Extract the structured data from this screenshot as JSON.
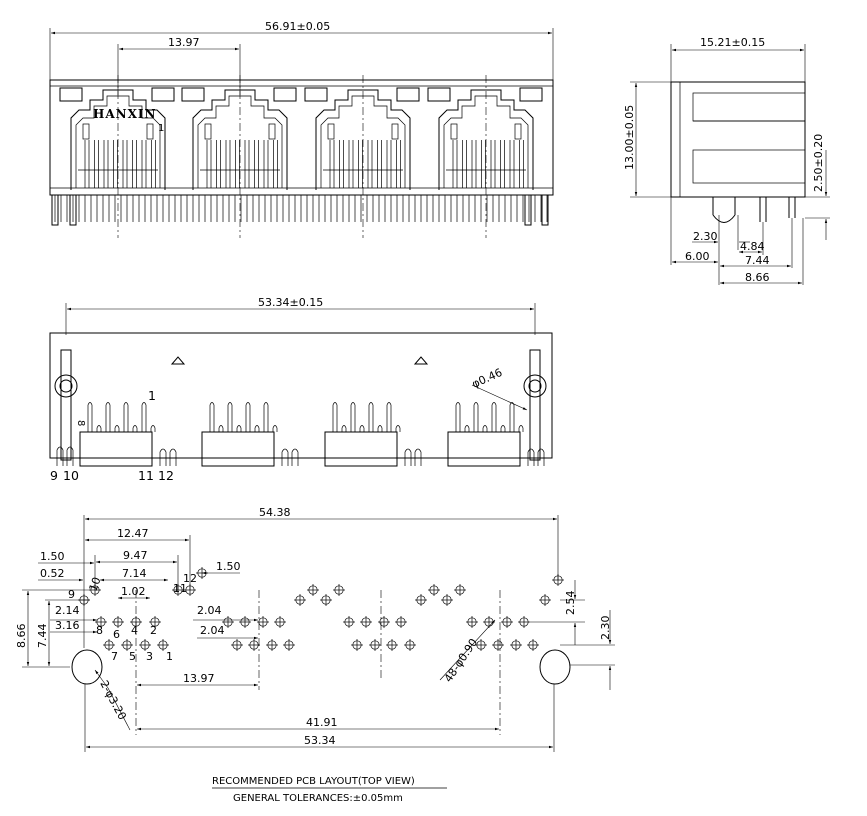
{
  "front_view": {
    "overall_width": "56.91±0.05",
    "port_pitch": "13.97",
    "logo": "HANXIN",
    "logo_sub": "1"
  },
  "side_view": {
    "overall_depth": "15.21±0.15",
    "height": "13.00±0.05",
    "pin_standoff": "2.50±0.20",
    "dims": [
      "2.30",
      "4.84",
      "7.44",
      "6.00",
      "8.66"
    ]
  },
  "bottom_view": {
    "width": "53.34±0.15",
    "pin_dia": "φ0.46",
    "pin_labels": [
      "1",
      "8",
      "9",
      "10",
      "11",
      "12"
    ]
  },
  "pcb_layout": {
    "dims": [
      "54.38",
      "12.47",
      "9.47",
      "7.14",
      "1.02",
      "1.50",
      "0.52",
      "1.50",
      "2.54",
      "2.30",
      "2.14",
      "3.16",
      "2.04",
      "2.04",
      "8.66",
      "7.44",
      "13.97",
      "41.91",
      "53.34"
    ],
    "hole_callout": "48-φ0.90",
    "mount_callout": "2-φ3.20",
    "pin_numbers": [
      "9",
      "10",
      "11",
      "12",
      "8",
      "6",
      "4",
      "2",
      "7",
      "5",
      "3",
      "1"
    ]
  },
  "notes": {
    "title": "RECOMMENDED PCB LAYOUT(TOP VIEW)",
    "tolerance": "GENERAL TOLERANCES:±0.05mm"
  }
}
